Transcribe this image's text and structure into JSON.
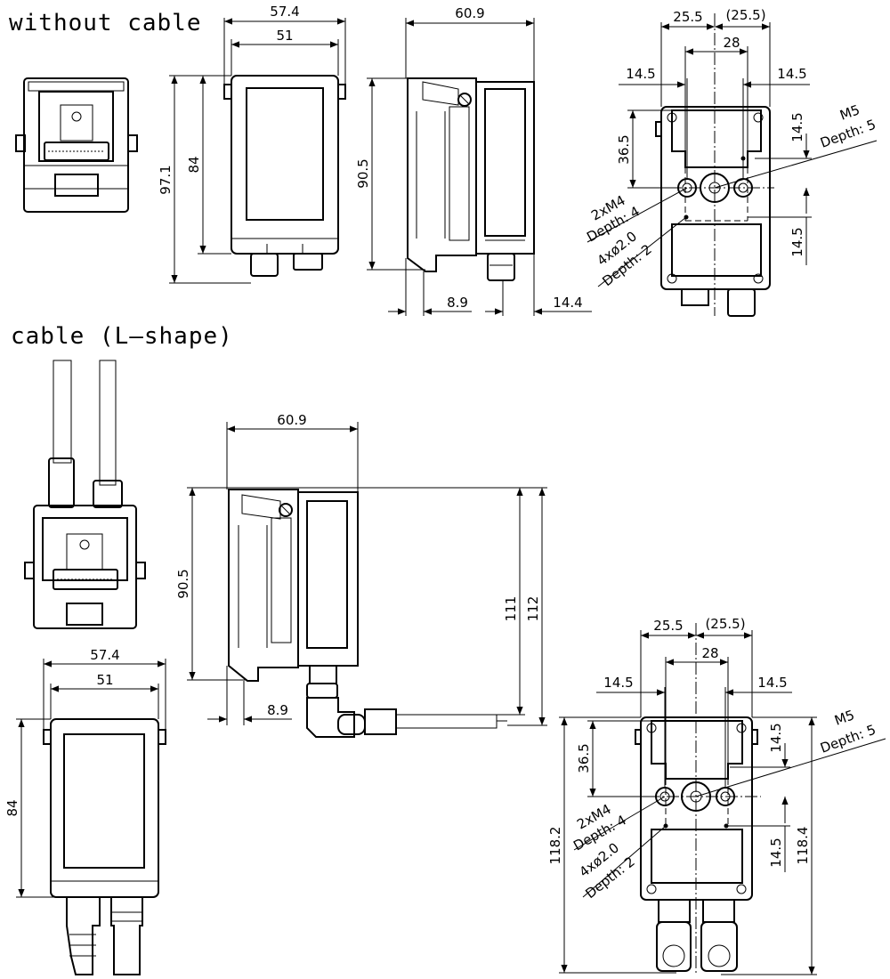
{
  "headings": {
    "without_cable": "without cable",
    "cable_l_shape": "cable (L–shape)"
  },
  "top_front": {
    "width_outer": "57.4",
    "width_inner": "51",
    "height_outer": "97.1",
    "height_inner": "84"
  },
  "top_side": {
    "depth": "60.9",
    "height": "90.5",
    "offset_left": "8.9",
    "offset_right": "14.4"
  },
  "top_back": {
    "left": "25.5",
    "right": "(25.5)",
    "center": "28",
    "hole_left": "14.5",
    "hole_right": "14.5",
    "top_offset": "36.5",
    "v_upper": "14.5",
    "v_lower": "14.5",
    "m5": "M5",
    "m5_depth": "Depth: 5",
    "m4": "2xM4",
    "m4_depth": "Depth: 4",
    "pin": "4xø2.0",
    "pin_depth": "Depth: 2"
  },
  "bottom_side": {
    "depth": "60.9",
    "height": "90.5",
    "offset": "8.9",
    "h_111": "111",
    "h_112": "112"
  },
  "bottom_front": {
    "width_outer": "57.4",
    "width_inner": "51",
    "height": "84"
  },
  "bottom_back": {
    "left": "25.5",
    "right": "(25.5)",
    "center": "28",
    "hole_left": "14.5",
    "hole_right": "14.5",
    "top_offset": "36.5",
    "v_upper": "14.5",
    "v_lower": "14.5",
    "h_left": "118.2",
    "h_right": "118.4",
    "m5": "M5",
    "m5_depth": "Depth: 5",
    "m4": "2xM4",
    "m4_depth": "Depth: 4",
    "pin": "4xø2.0",
    "pin_depth": "Depth: 2"
  }
}
